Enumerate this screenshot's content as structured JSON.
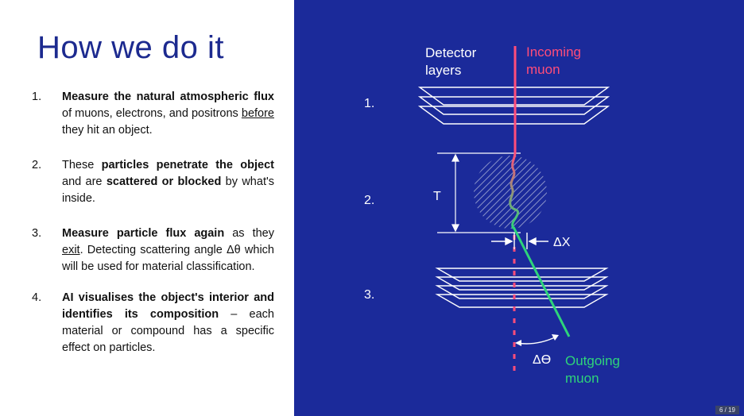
{
  "slide": {
    "title": "How we do it",
    "page_number": "6 / 19"
  },
  "steps": [
    {
      "num": "1.",
      "parts": [
        {
          "text": "Measure the natural atmospheric flux",
          "style": "bold"
        },
        {
          "text": " of muons, electrons, and positrons ",
          "style": "normal"
        },
        {
          "text": "before",
          "style": "underline"
        },
        {
          "text": " they hit an object.",
          "style": "normal"
        }
      ]
    },
    {
      "num": "2.",
      "parts": [
        {
          "text": "These ",
          "style": "normal"
        },
        {
          "text": "particles penetrate the object",
          "style": "bold"
        },
        {
          "text": " and are ",
          "style": "normal"
        },
        {
          "text": "scattered or blocked",
          "style": "bold"
        },
        {
          "text": " by what's inside.",
          "style": "normal"
        }
      ]
    },
    {
      "num": "3.",
      "parts": [
        {
          "text": "Measure particle flux again",
          "style": "bold"
        },
        {
          "text": " as they ",
          "style": "normal"
        },
        {
          "text": "exit",
          "style": "underline"
        },
        {
          "text": ". Detecting scattering angle Δθ which will be used for material classification.",
          "style": "normal"
        }
      ]
    },
    {
      "num": "4.",
      "parts": [
        {
          "text": "AI visualises the object's interior and identifies its composition",
          "style": "bold"
        },
        {
          "text": " – each material or compound has a specific effect on particles.",
          "style": "normal"
        }
      ]
    }
  ],
  "diagram": {
    "detector_label_line1": "Detector",
    "detector_label_line2": "layers",
    "incoming_line1": "Incoming",
    "incoming_line2": "muon",
    "outgoing_line1": "Outgoing",
    "outgoing_line2": "muon",
    "layer_labels": [
      "1.",
      "2.",
      "3."
    ],
    "thickness_label": "T",
    "delta_x_label": "ΔX",
    "delta_theta_label": "Δϴ",
    "colors": {
      "background": "#1b2a9a",
      "incoming": "#ff4d7a",
      "outgoing": "#2ed47a",
      "lines": "#ffffff"
    }
  }
}
